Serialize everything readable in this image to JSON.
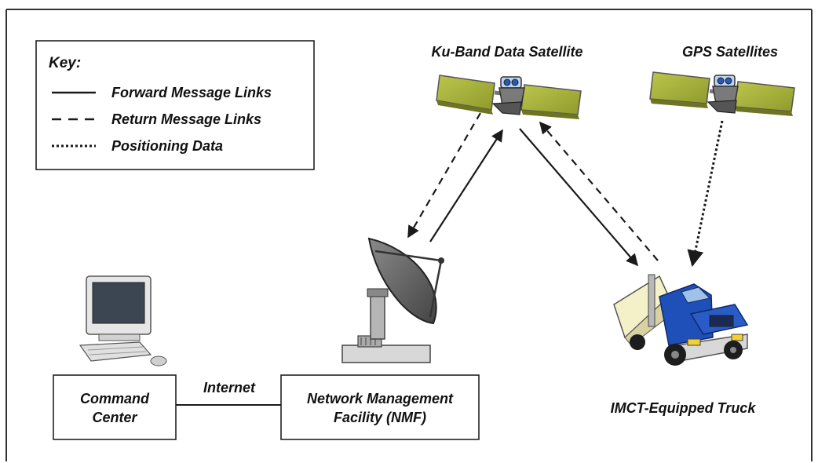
{
  "key": {
    "title": "Key:",
    "items": [
      {
        "label": "Forward Message Links",
        "style": "solid"
      },
      {
        "label": "Return Message Links",
        "style": "dashed"
      },
      {
        "label": "Positioning Data",
        "style": "dotted"
      }
    ]
  },
  "nodes": {
    "ku_satellite": "Ku-Band Data Satellite",
    "gps_satellites": "GPS Satellites",
    "command_center": [
      "Command",
      "Center"
    ],
    "nmf": [
      "Network Management",
      "Facility (NMF)"
    ],
    "truck": "IMCT-Equipped Truck"
  },
  "links": {
    "internet": "Internet"
  },
  "colors": {
    "solar_panel": "#a7b13c",
    "truck_cab": "#1f4fb8",
    "line": "#1a1a1a",
    "frame": "#333333"
  }
}
